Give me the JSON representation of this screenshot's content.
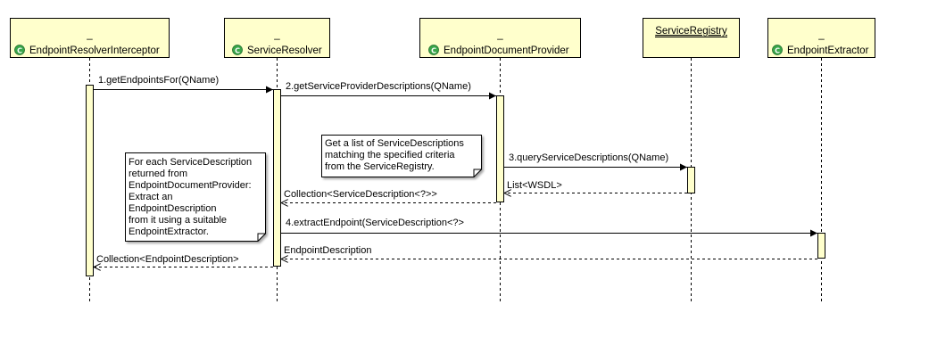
{
  "participants": [
    {
      "id": "p1",
      "stereotype": "_",
      "name": "EndpointResolverInterceptor",
      "icon": "class-icon",
      "underlined": false
    },
    {
      "id": "p2",
      "stereotype": "_",
      "name": "ServiceResolver",
      "icon": "class-icon",
      "underlined": false
    },
    {
      "id": "p3",
      "stereotype": "_",
      "name": "EndpointDocumentProvider",
      "icon": "class-icon",
      "underlined": false
    },
    {
      "id": "p4",
      "stereotype": "",
      "name": "ServiceRegistry",
      "icon": "",
      "underlined": true
    },
    {
      "id": "p5",
      "stereotype": "_",
      "name": "EndpointExtractor",
      "icon": "class-icon",
      "underlined": false
    }
  ],
  "messages": [
    {
      "label": "1.getEndpointsFor(QName)",
      "kind": "call"
    },
    {
      "label": "2.getServiceProviderDescriptions(QName)",
      "kind": "call"
    },
    {
      "label": "3.queryServiceDescriptions(QName)",
      "kind": "call"
    },
    {
      "label": "List<WSDL>",
      "kind": "return"
    },
    {
      "label": "Collection<ServiceDescription<?>>",
      "kind": "return"
    },
    {
      "label": "4.extractEndpoint(ServiceDescription<?>",
      "kind": "call"
    },
    {
      "label": "EndpointDescription",
      "kind": "return"
    },
    {
      "label": "Collection<EndpointDescription>",
      "kind": "return"
    }
  ],
  "notes": [
    {
      "lines": [
        "Get a list of ServiceDescriptions",
        "matching the specified criteria",
        "from the ServiceRegistry."
      ]
    },
    {
      "lines": [
        "For each ServiceDescription",
        "returned from",
        "EndpointDocumentProvider:",
        "Extract an",
        "EndpointDescription",
        "from it using a suitable",
        "EndpointExtractor."
      ]
    }
  ],
  "colors": {
    "box_fill": "#ffffcc",
    "activation_fill": "#ffffcc",
    "class_icon": "#3aa64a",
    "line": "#000000"
  }
}
